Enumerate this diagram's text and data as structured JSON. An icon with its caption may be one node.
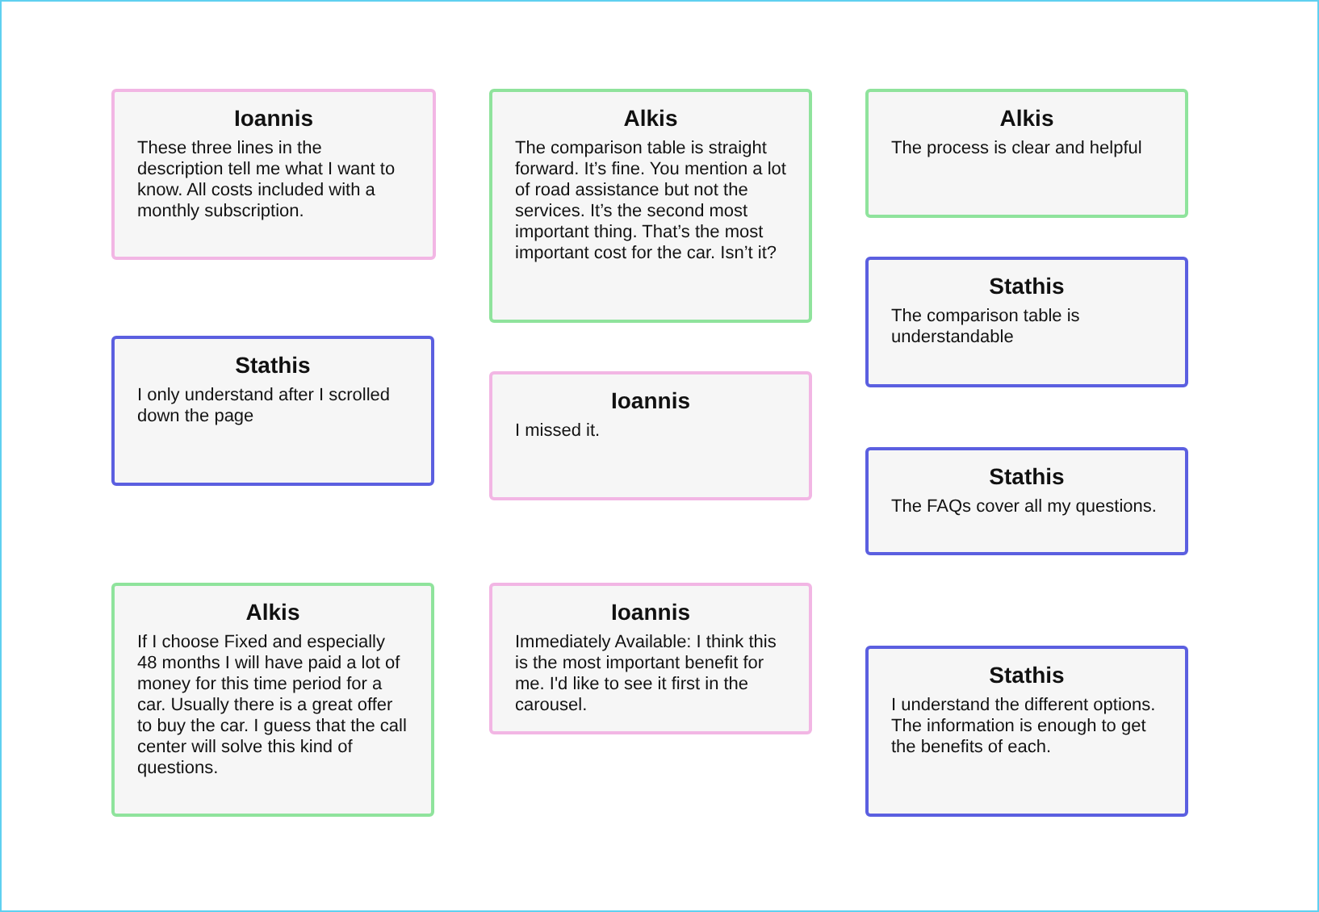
{
  "diagram": {
    "nodes": [
      {
        "text": [
          "Ioannis",
          "These three lines in the description tell me what I want to know. All costs included with a monthly subscription."
        ]
      },
      {
        "text": [
          "Alkis",
          "The comparison table is straight forward. It’s fine. You mention a lot of road assistance but not the services. It’s the second most important thing. That’s the most important cost for the car. Isn’t it?"
        ]
      },
      {
        "text": [
          "Alkis",
          "The process is clear and helpful"
        ]
      },
      {
        "text": [
          "Stathis",
          "The comparison table is understandable"
        ]
      },
      {
        "text": [
          "Stathis",
          "I only understand after I scrolled down the page"
        ]
      },
      {
        "text": [
          "Ioannis",
          "I missed it."
        ]
      },
      {
        "text": [
          "Stathis",
          "The FAQs cover all my questions."
        ]
      },
      {
        "text": [
          "Alkis",
          "If I choose Fixed and especially 48 months I will have paid a lot of money for this time period for a car. Usually there is a great offer to buy the car. I guess that the call center will solve this kind of questions."
        ]
      },
      {
        "text": [
          "Ioannis",
          "Immediately Available: I think this is the most important benefit for me. I'd like to see it first in the carousel."
        ]
      },
      {
        "text": [
          "Stathis",
          "I understand the different options. The information is enough to get the benefits of each."
        ]
      }
    ]
  }
}
